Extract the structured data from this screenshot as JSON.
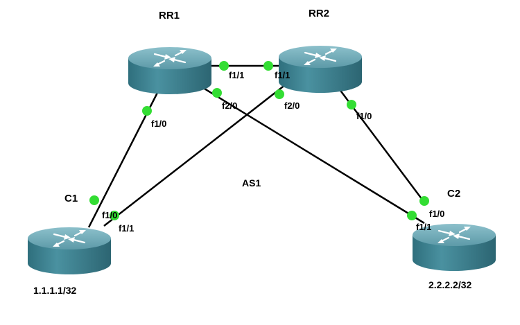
{
  "diagram": {
    "as_label": "AS1",
    "routers": {
      "rr1": {
        "name": "RR1"
      },
      "rr2": {
        "name": "RR2"
      },
      "c1": {
        "name": "C1",
        "loopback": "1.1.1.1/32"
      },
      "c2": {
        "name": "C2",
        "loopback": "2.2.2.2/32"
      }
    },
    "links": [
      {
        "from": "RR1",
        "to": "RR2",
        "from_if": "f1/1",
        "to_if": "f1/1"
      },
      {
        "from": "RR1",
        "to": "C1",
        "from_if": "f1/0",
        "to_if": "f1/0"
      },
      {
        "from": "RR1",
        "to": "C2",
        "from_if": "f2/0",
        "to_if": "f1/1"
      },
      {
        "from": "RR2",
        "to": "C1",
        "from_if": "f2/0",
        "to_if": "f1/1"
      },
      {
        "from": "RR2",
        "to": "C2",
        "from_if": "f1/0",
        "to_if": "f1/0"
      }
    ]
  },
  "colors": {
    "router_top": "#6aa6b4",
    "router_body": "#3d7f8e",
    "router_icon": "#ffffff",
    "link": "#000000",
    "port": "#33dd33"
  }
}
